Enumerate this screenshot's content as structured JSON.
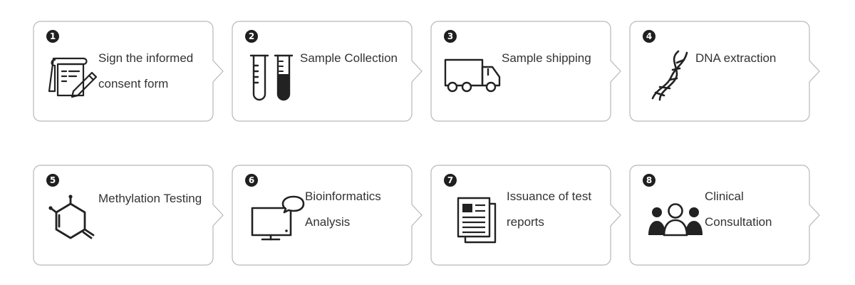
{
  "steps": [
    {
      "number": "1",
      "lines": [
        "Sign the informed",
        "consent form"
      ],
      "icon": "consent-form-icon"
    },
    {
      "number": "2",
      "lines": [
        "Sample Collection"
      ],
      "icon": "test-tubes-icon"
    },
    {
      "number": "3",
      "lines": [
        "Sample shipping"
      ],
      "icon": "truck-icon"
    },
    {
      "number": "4",
      "lines": [
        "DNA extraction"
      ],
      "icon": "dna-icon"
    },
    {
      "number": "5",
      "lines": [
        "Methylation Testing"
      ],
      "icon": "molecule-icon"
    },
    {
      "number": "6",
      "lines": [
        "Bioinformatics",
        "Analysis"
      ],
      "icon": "computer-chat-icon"
    },
    {
      "number": "7",
      "lines": [
        "Issuance of test",
        "reports"
      ],
      "icon": "report-documents-icon"
    },
    {
      "number": "8",
      "lines": [
        "Clinical",
        "Consultation"
      ],
      "icon": "people-consultation-icon"
    }
  ]
}
